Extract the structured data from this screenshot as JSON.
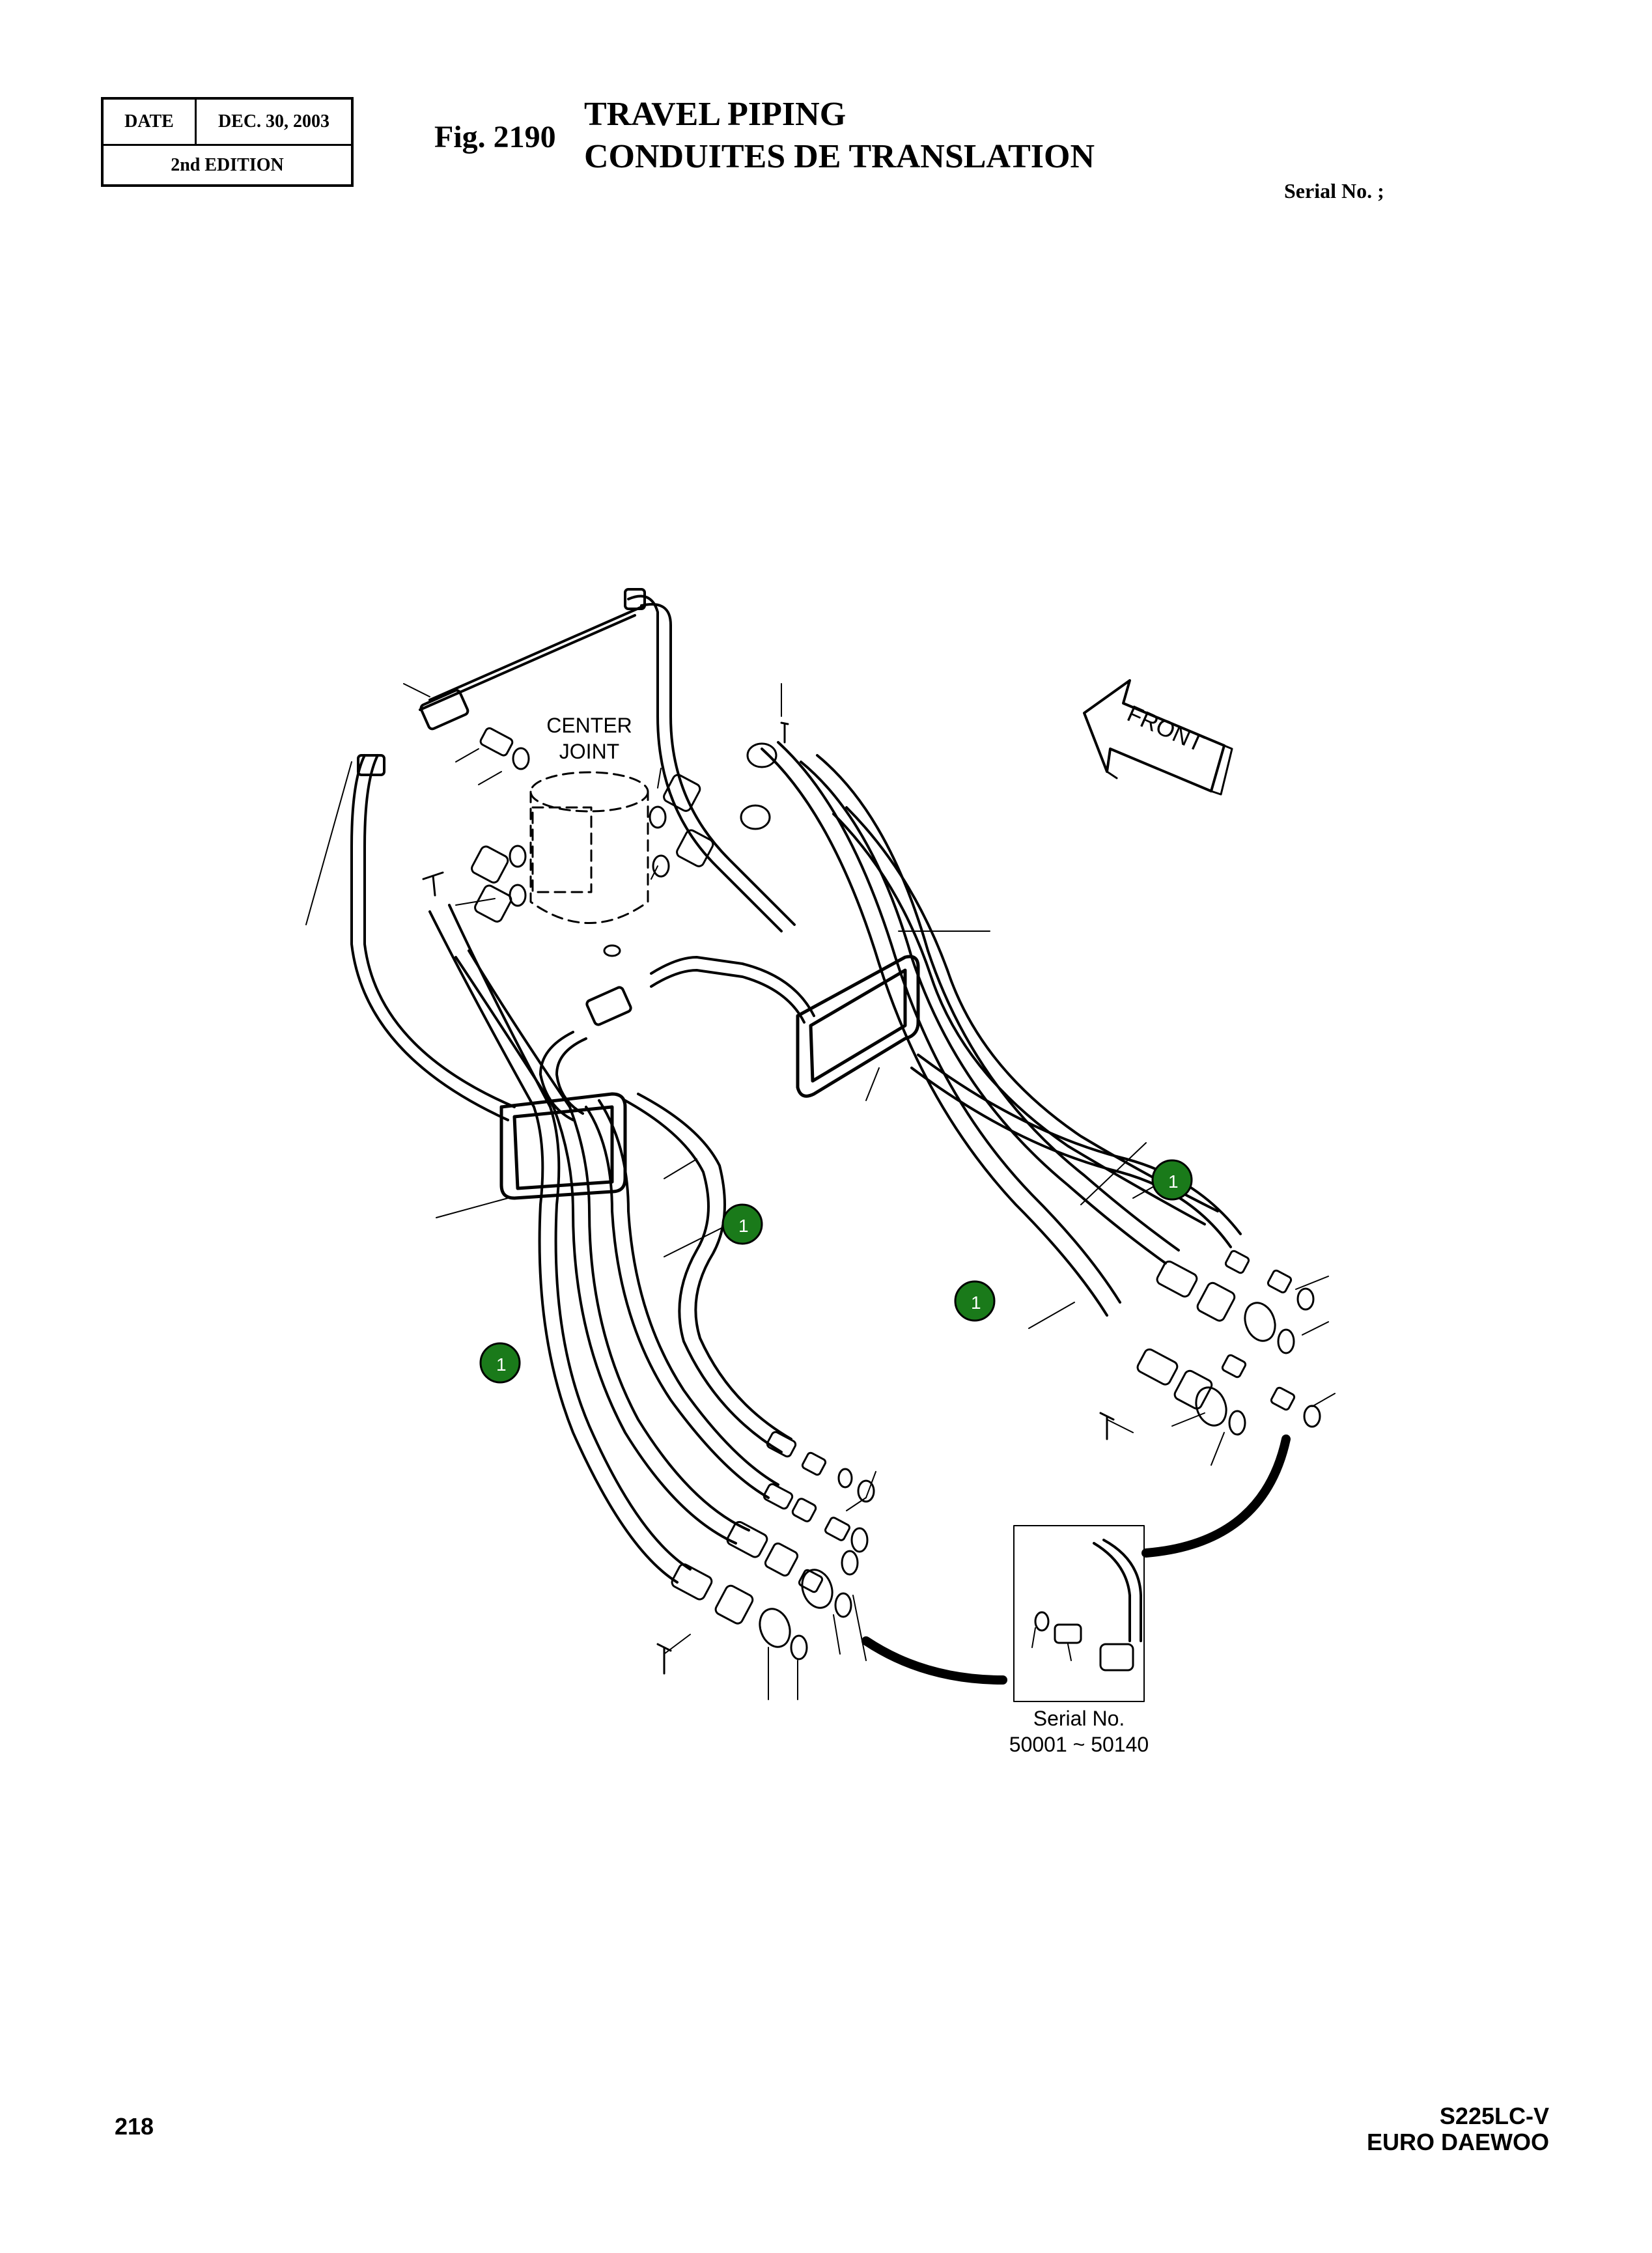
{
  "header": {
    "date_label": "DATE",
    "date_value": "DEC. 30, 2003",
    "edition": "2nd EDITION",
    "figure_number": "Fig. 2190",
    "title_en": "TRAVEL PIPING",
    "title_fr": "CONDUITES DE TRANSLATION",
    "serial_label": "Serial No. ;"
  },
  "diagram": {
    "center_joint_label_line1": "CENTER",
    "center_joint_label_line2": "JOINT",
    "front_label": "FRONT",
    "inset_serial_label": "Serial No.",
    "inset_serial_range": "50001 ~ 50140",
    "callouts": [
      "1",
      "1",
      "1",
      "1"
    ],
    "callout_color": "#1a7a1a"
  },
  "footer": {
    "page_number": "218",
    "model_line1": "S225LC-V",
    "model_line2": "EURO DAEWOO"
  }
}
